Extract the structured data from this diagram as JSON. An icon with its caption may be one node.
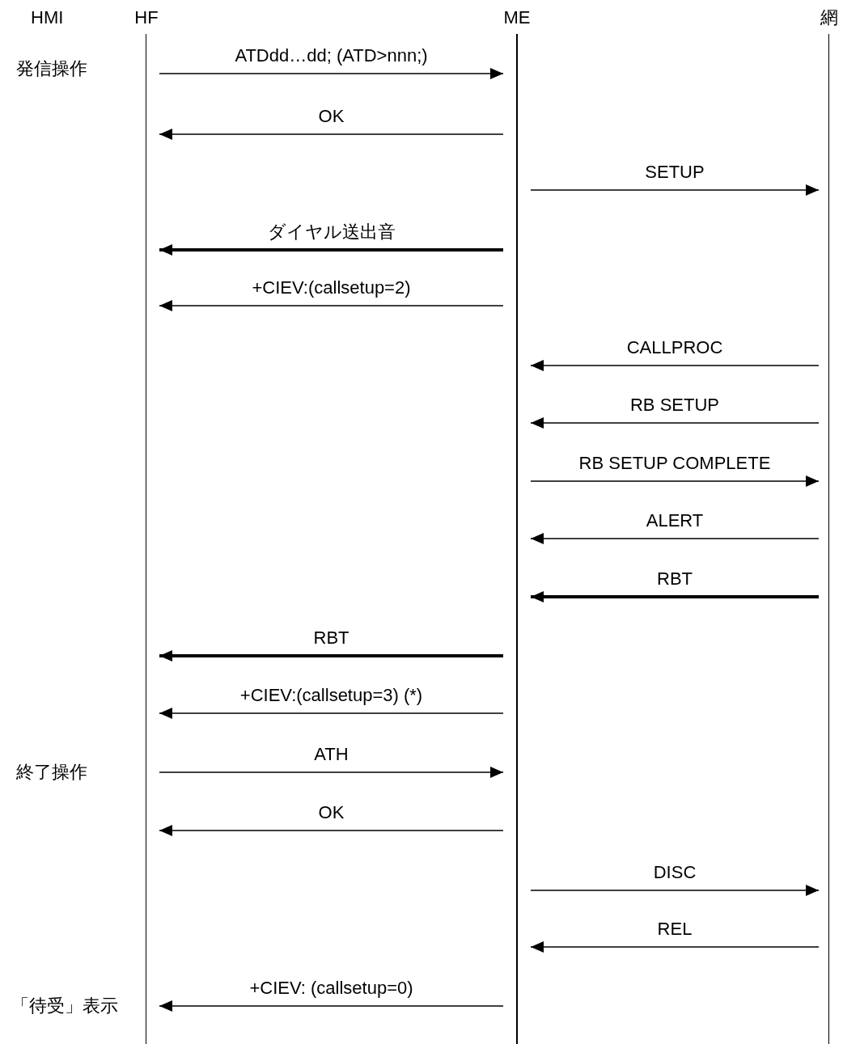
{
  "diagram": {
    "nodes": [
      {
        "text": [
          "HF"
        ]
      },
      {
        "text": [
          "ME"
        ]
      },
      {
        "text": [
          "網"
        ]
      }
    ],
    "edges": [
      {
        "from": 0,
        "to": 1,
        "arrow": "to",
        "label": "ATDdd…dd; (ATD>nnn;)"
      },
      {
        "from": 1,
        "to": 0,
        "arrow": "to",
        "label": "OK"
      },
      {
        "from": 1,
        "to": 2,
        "arrow": "to",
        "label": "SETUP"
      },
      {
        "from": 1,
        "to": 0,
        "arrow": "to",
        "label": "ダイヤル送出音",
        "style": "thick"
      },
      {
        "from": 1,
        "to": 0,
        "arrow": "to",
        "label": "+CIEV:(callsetup=2)"
      },
      {
        "from": 2,
        "to": 1,
        "arrow": "to",
        "label": "CALLPROC"
      },
      {
        "from": 2,
        "to": 1,
        "arrow": "to",
        "label": "RB SETUP"
      },
      {
        "from": 1,
        "to": 2,
        "arrow": "to",
        "label": "RB SETUP COMPLETE"
      },
      {
        "from": 2,
        "to": 1,
        "arrow": "to",
        "label": "ALERT"
      },
      {
        "from": 2,
        "to": 1,
        "arrow": "to",
        "label": "RBT",
        "style": "thick"
      },
      {
        "from": 1,
        "to": 0,
        "arrow": "to",
        "label": "RBT",
        "style": "thick"
      },
      {
        "from": 1,
        "to": 0,
        "arrow": "to",
        "label": "+CIEV:(callsetup=3) (*)"
      },
      {
        "from": 0,
        "to": 1,
        "arrow": "to",
        "label": "ATH"
      },
      {
        "from": 1,
        "to": 0,
        "arrow": "to",
        "label": "OK"
      },
      {
        "from": 1,
        "to": 2,
        "arrow": "to",
        "label": "DISC"
      },
      {
        "from": 2,
        "to": 1,
        "arrow": "to",
        "label": "REL"
      },
      {
        "from": 1,
        "to": 0,
        "arrow": "to",
        "label": "+CIEV: (callsetup=0)"
      }
    ],
    "labels": [
      "HMI",
      "発信操作",
      "終了操作",
      "「待受」表示"
    ]
  }
}
